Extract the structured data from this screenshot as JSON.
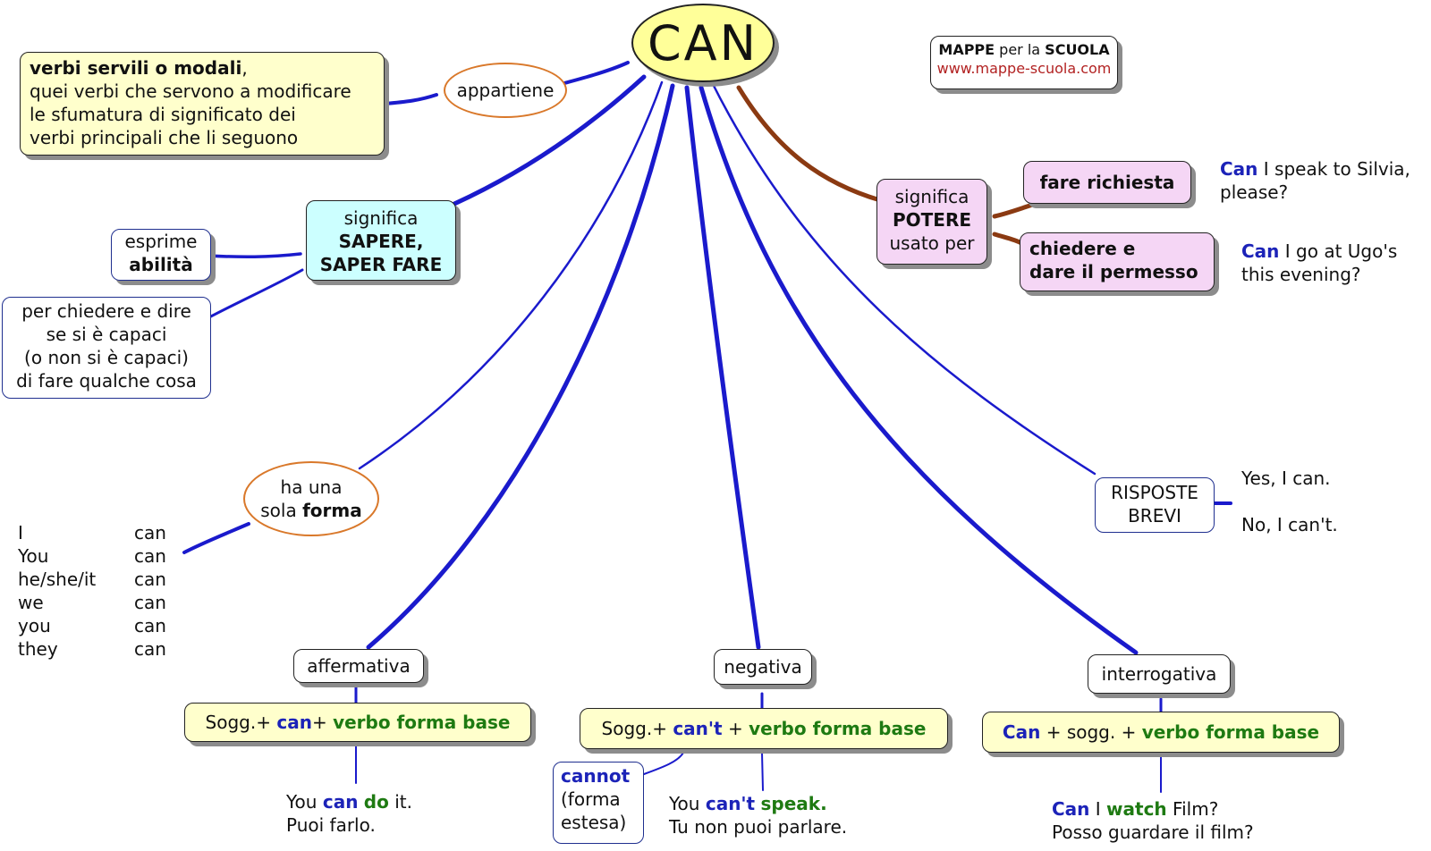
{
  "root": {
    "label": "CAN"
  },
  "logo": {
    "line1_bold_a": "MAPPE",
    "line1_mid": " per la ",
    "line1_bold_b": "SCUOLA",
    "url": "www.mappe-scuola.com"
  },
  "appartiene": {
    "label": "appartiene"
  },
  "modal_box": {
    "title": "verbi servili o modali",
    "title_after": ",",
    "lines": [
      "quei verbi che servono a modificare",
      "le sfumatura di significato dei",
      "verbi principali che li seguono"
    ]
  },
  "sapere": {
    "line1": "significa",
    "line2": "SAPERE,",
    "line3": "SAPER FARE"
  },
  "esprime": {
    "line1": "esprime",
    "line2": "abilità"
  },
  "capaci": {
    "lines": [
      "per chiedere e dire",
      "se si è capaci",
      "(o non si è capaci)",
      "di fare qualche cosa"
    ]
  },
  "potere": {
    "line1": "significa",
    "line2": "POTERE",
    "line3": "usato per"
  },
  "richiesta": {
    "label": "fare richiesta"
  },
  "permesso": {
    "line1": "chiedere e",
    "line2": "dare il permesso"
  },
  "example_richiesta": {
    "kw": "Can",
    "rest": " I speak to Silvia,",
    "line2": "please?"
  },
  "example_permesso": {
    "kw": "Can",
    "rest": " I go at Ugo's",
    "line2": "this evening?"
  },
  "forma": {
    "line1": "ha una",
    "line2_pre": "sola ",
    "line2_bold": "forma"
  },
  "conjugation": {
    "pronouns": [
      "I",
      "You",
      "he/she/it",
      "we",
      "you",
      "they"
    ],
    "verb": [
      "can",
      "can",
      "can",
      "can",
      "can",
      "can"
    ]
  },
  "risposte": {
    "line1": "RISPOSTE",
    "line2": "BREVI",
    "yes": "Yes, I can.",
    "no": "No, I can't."
  },
  "affermativa": {
    "label": "affermativa",
    "formula": {
      "a": "Sogg.+ ",
      "kw": "can",
      "b": "+ ",
      "gr": "verbo forma base"
    },
    "example": {
      "a": "You ",
      "kw": "can",
      "sp": " ",
      "gr": "do",
      "b": " it.",
      "translation": "Puoi farlo."
    }
  },
  "negativa": {
    "label": "negativa",
    "formula": {
      "a": "Sogg.+ ",
      "kw": "can't",
      "b": " + ",
      "gr": "verbo forma base"
    },
    "cannot": {
      "kw": "cannot",
      "line2": "(forma",
      "line3": "estesa)"
    },
    "example": {
      "a": "You ",
      "kw": "can't",
      "sp": " ",
      "gr": "speak.",
      "translation": "Tu non puoi parlare."
    }
  },
  "interrogativa": {
    "label": "interrogativa",
    "formula": {
      "kw": "Can",
      "b": " + sogg. + ",
      "gr": "verbo forma base"
    },
    "example": {
      "kw": "Can",
      "a": " I ",
      "gr": "watch",
      "b": " Film?",
      "translation": "Posso guardare il film?"
    }
  },
  "colors": {
    "link_blue": "#1a1acc",
    "link_brown": "#8b3a12",
    "root_fill": "#ffff99",
    "note_fill": "#ffffcc",
    "cyan_fill": "#ccffff",
    "pink_fill": "#f5d6f5",
    "ellipse_border": "#d9782a"
  }
}
